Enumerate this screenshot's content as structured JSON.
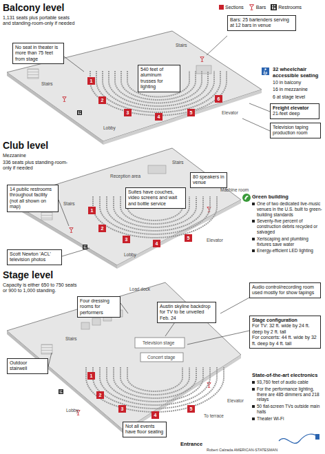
{
  "diagram": {
    "nodes": [
      {
        "text": [
          "No seat in theater is more than 75 feet from stage"
        ]
      },
      {
        "text": [
          "540 feet of aluminum trusses for lighting"
        ]
      },
      {
        "text": [
          "Bars: 25 bartenders serving at 12 bars in venue"
        ]
      },
      {
        "text": [
          "Freight elevator",
          "21-feet deep"
        ]
      },
      {
        "text": [
          "Television taping production room"
        ]
      },
      {
        "text": [
          "1"
        ]
      },
      {
        "text": [
          "2"
        ]
      },
      {
        "text": [
          "3"
        ]
      },
      {
        "text": [
          "4"
        ]
      },
      {
        "text": [
          "5"
        ]
      },
      {
        "text": [
          "6"
        ]
      },
      {
        "text": [
          "14 public restrooms throughout facility (not all shown on map)"
        ]
      },
      {
        "text": [
          "80 speakers in venue"
        ]
      },
      {
        "text": [
          "Suites have couches, video screens and wait and bottle service"
        ]
      },
      {
        "text": [
          "Scott Newton 'ACL' television photos"
        ]
      },
      {
        "text": [
          "1"
        ]
      },
      {
        "text": [
          "2"
        ]
      },
      {
        "text": [
          "3"
        ]
      },
      {
        "text": [
          "4"
        ]
      },
      {
        "text": [
          "5"
        ]
      },
      {
        "text": [
          "Four dressing rooms for performers"
        ]
      },
      {
        "text": [
          "Austin skyline backdrop for TV to be unveiled Feb. 24"
        ]
      },
      {
        "text": [
          "Audio control/recording room used mostly for show tapings"
        ]
      },
      {
        "text": [
          "Stage configuration",
          "For TV: 32 ft. wide by 24 ft. deep by 2 ft. tall",
          "For concerts: 44 ft. wide by 32 ft. deep by 4 ft. tall"
        ]
      },
      {
        "text": [
          "Outdoor stairwell"
        ]
      },
      {
        "text": [
          "Not all events have floor seating"
        ]
      },
      {
        "text": [
          "1"
        ]
      },
      {
        "text": [
          "2"
        ]
      },
      {
        "text": [
          "3"
        ]
      },
      {
        "text": [
          "4"
        ]
      },
      {
        "text": [
          "5"
        ]
      }
    ],
    "labels": [
      "Balcony level",
      "1,131 seats plus portable seats and standing-room-only if needed",
      "32 wheelchair accessible seating",
      "10 in balcony",
      "16 in mezzanine",
      "6 at stage level",
      "Stairs",
      "Lobby",
      "Stairs",
      "Elevator",
      "Club level",
      "Mezzanine",
      "336 seats plus standing-room-only if needed",
      "Reception area",
      "Stairs",
      "Stairs",
      "Machine room",
      "Lobby",
      "Elevator",
      "Green building",
      "One of two dedicated live-music venues in the U.S. built to green-building standards",
      "Seventy-five percent of construction debris recycled or salvaged",
      "Xeriscaping and plumbing fixtures save water",
      "Energy-efficient LED lighting",
      "Stage level",
      "Capacity is either 650 to 750 seats or 900 to 1,000 standing.",
      "Load dock",
      "Television stage",
      "Concert stage",
      "Stairs",
      "Lobby",
      "To terrace",
      "Elevator",
      "Entrance",
      "State-of-the-art electronics",
      "93,760 feet of audio cable",
      "For the performance lighting, there are 485 dimmers and 218 relays",
      "50 flat-screen TVs outside main halls",
      "Theater Wi-Fi",
      "Robert Calzada AMERICAN-STATESMAN"
    ],
    "legend": [
      {
        "text": "Sections",
        "color": "#c8202a"
      },
      {
        "text": "Bars"
      },
      {
        "text": "Restrooms"
      }
    ]
  }
}
